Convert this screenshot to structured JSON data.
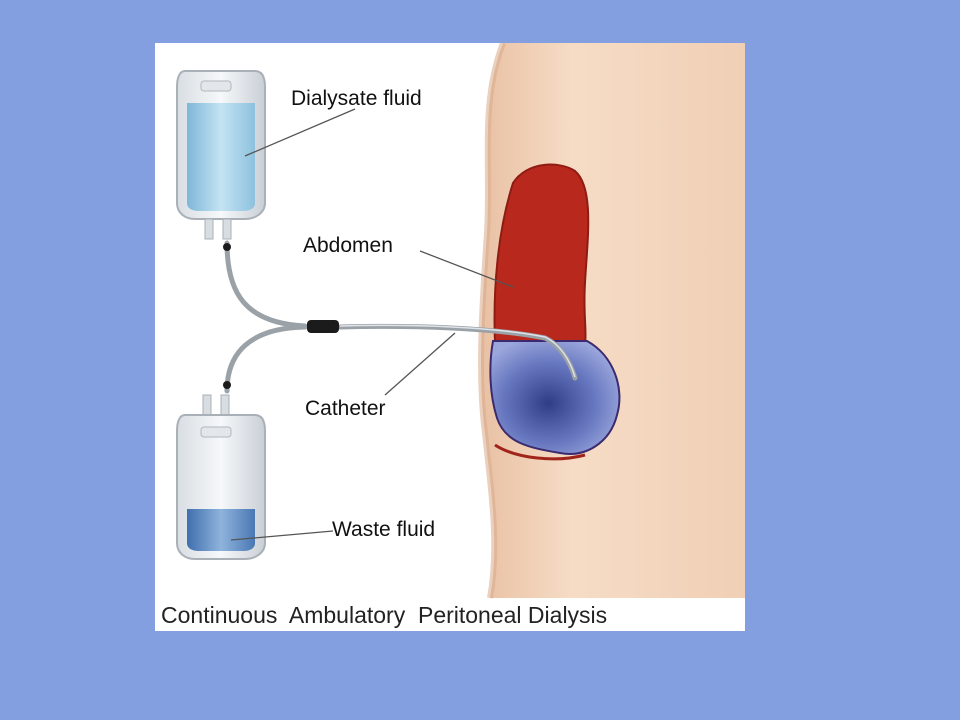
{
  "diagram": {
    "labels": {
      "dialysate": "Dialysate fluid",
      "abdomen": "Abdomen",
      "catheter": "Catheter",
      "waste": "Waste fluid"
    },
    "caption": "Continuous  Ambulatory  Peritoneal Dialysis",
    "colors": {
      "page_background": "#839fdf",
      "skin": "#f3d7bf",
      "abdomen": "#b8281d",
      "peritoneal_fluid": "#6f7fc4",
      "dialysate_fluid": "#a9d3ea",
      "waste_fluid": "#5d86bf",
      "tubing": "#9aa1a7"
    }
  }
}
